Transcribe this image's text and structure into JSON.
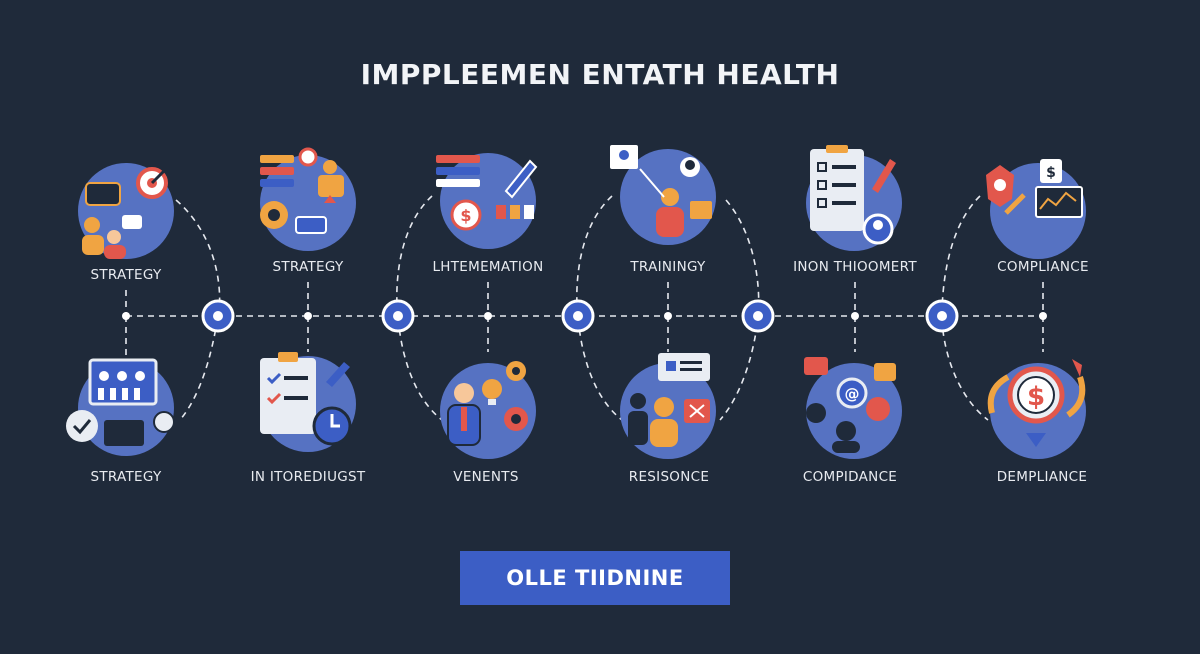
{
  "title": "IMPPLEEMEN ENTATH HEALTH",
  "top_steps": [
    {
      "label": "STRATEGY",
      "icon": "strategy-target-icon"
    },
    {
      "label": "STRATEGY",
      "icon": "map-gear-icon"
    },
    {
      "label": "LHTEMEMATION",
      "icon": "finance-tools-icon"
    },
    {
      "label": "TRAININGY",
      "icon": "training-presenter-icon"
    },
    {
      "label": "INON THIOOMERT",
      "icon": "clipboard-checklist-icon"
    },
    {
      "label": "COMPLIANCE",
      "icon": "compliance-dollar-icon"
    }
  ],
  "bottom_steps": [
    {
      "label": "STRATEGY",
      "icon": "dashboard-gauge-icon"
    },
    {
      "label": "IN ITOREDIUGST",
      "icon": "checklist-clock-icon"
    },
    {
      "label": "VENENTS",
      "icon": "leader-idea-icon"
    },
    {
      "label": "RESISONCE",
      "icon": "team-chat-icon"
    },
    {
      "label": "COMPIDANCE",
      "icon": "network-contacts-icon"
    },
    {
      "label": "DEMPLIANCE",
      "icon": "dollar-cycle-icon"
    }
  ],
  "cta_label": "OLLE TIIDNINE",
  "colors": {
    "background": "#1f2a3a",
    "icon_circle": "#5672c2",
    "accent_blue": "#3c5ec5",
    "accent_orange": "#f0a442",
    "accent_red": "#e2574c"
  }
}
